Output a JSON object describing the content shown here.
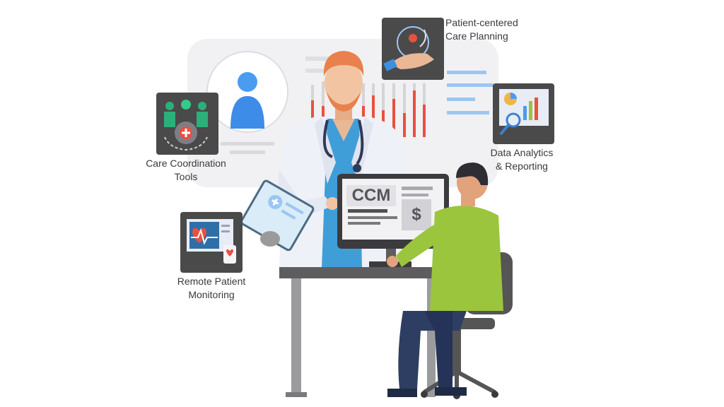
{
  "features": {
    "care_planning": {
      "label": "Patient-centered\nCare Planning",
      "icon": "caring-hand-icon"
    },
    "data_analytics": {
      "label": "Data Analytics\n& Reporting",
      "icon": "analytics-monitor-icon"
    },
    "care_coordination": {
      "label": "Care Coordination\nTools",
      "icon": "team-gear-icon"
    },
    "remote_monitoring": {
      "label": "Remote Patient\nMonitoring",
      "icon": "heart-monitor-icon"
    }
  },
  "monitor": {
    "title": "CCM",
    "currency_symbol": "$"
  },
  "colors": {
    "tile_bg": "#4a4a4a",
    "doctor_coat": "#eef1f8",
    "scrubs": "#3f9ed8",
    "hair": "#e8814d",
    "shirt": "#9bc53d",
    "pants": "#2e3e63",
    "chair": "#555555",
    "accent_red": "#e8513f",
    "accent_blue": "#4a9cf0"
  }
}
